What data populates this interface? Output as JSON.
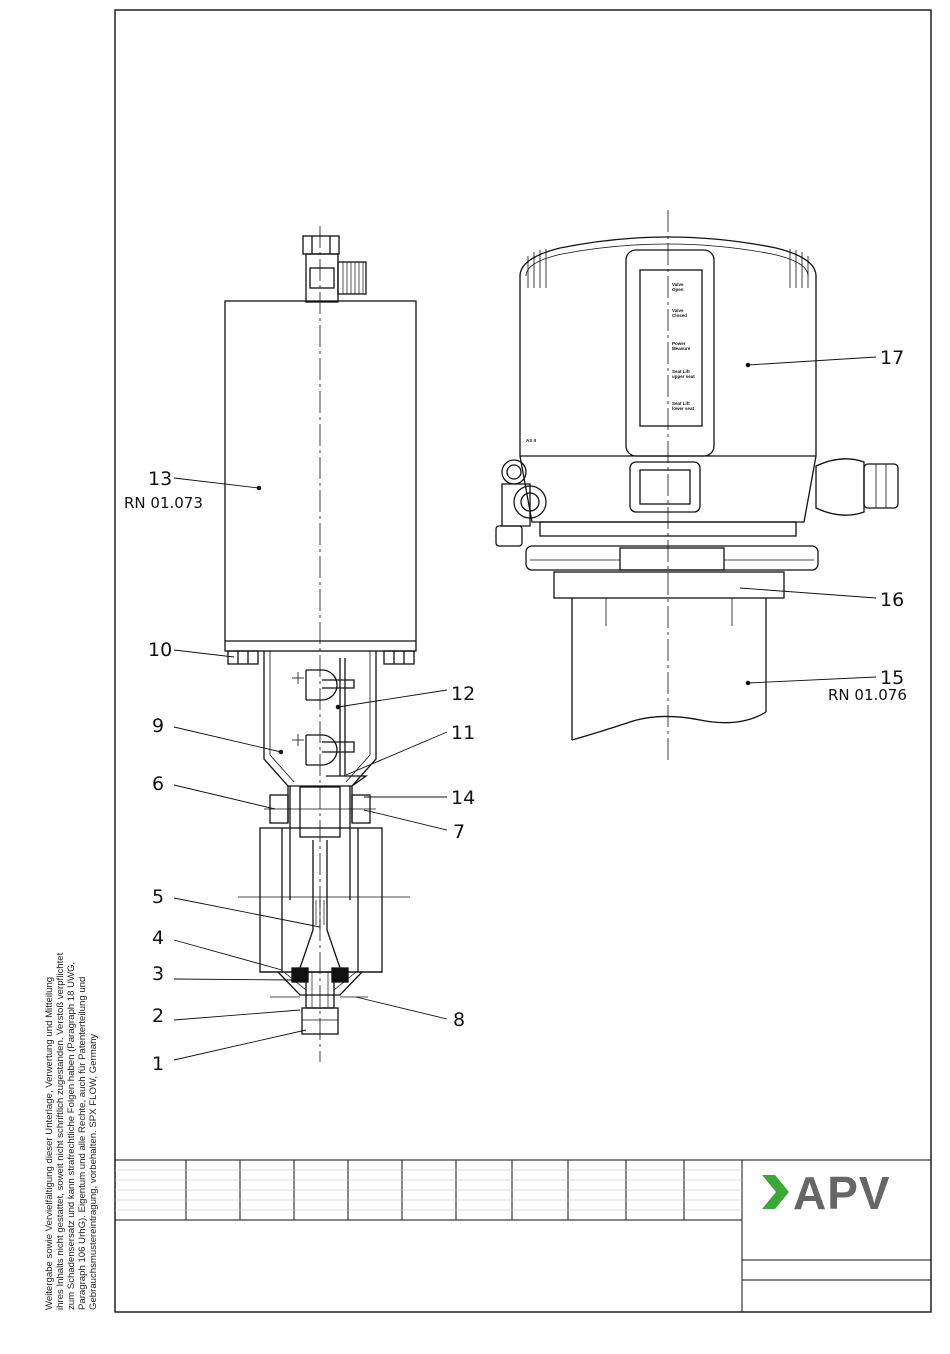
{
  "legal_notice": [
    "Weitergabe sowie Vervielfältigung dieser Unterlage, Verwertung und Mitteilung",
    "ihres Inhalts nicht gestattet, soweit nicht schriftlich zugestanden. Verstoß verpflichtet",
    "zum Schadensersatz und kann strafrechtliche Folgen haben (Paragraph 18 UWG,",
    "Paragraph 106 UrhG). Eigentum und alle Rechte, auch für Patenterteilung und",
    "Gebrauchsmustereintragung, vorbehalten. SPX FLOW, Germany"
  ],
  "logo": {
    "text": "APV",
    "chevron_color": "#3aa935",
    "text_color": "#666666"
  },
  "reference_labels": {
    "actuator": "RN  01.073",
    "housing": "RN  01.076"
  },
  "parts": [
    "1",
    "2",
    "3",
    "4",
    "5",
    "6",
    "7",
    "8",
    "9",
    "10",
    "11",
    "12",
    "13",
    "14",
    "15",
    "16",
    "17"
  ],
  "control_head": {
    "indicators": [
      {
        "line1": "Valve",
        "line2": "Open"
      },
      {
        "line1": "Valve",
        "line2": "Closed"
      },
      {
        "line1": "Power",
        "line2": "Measure"
      },
      {
        "line1": "Seat Lift",
        "line2": "upper seat"
      },
      {
        "line1": "Seat Lift",
        "line2": "lower seat"
      }
    ],
    "side_marking": "AS II"
  }
}
